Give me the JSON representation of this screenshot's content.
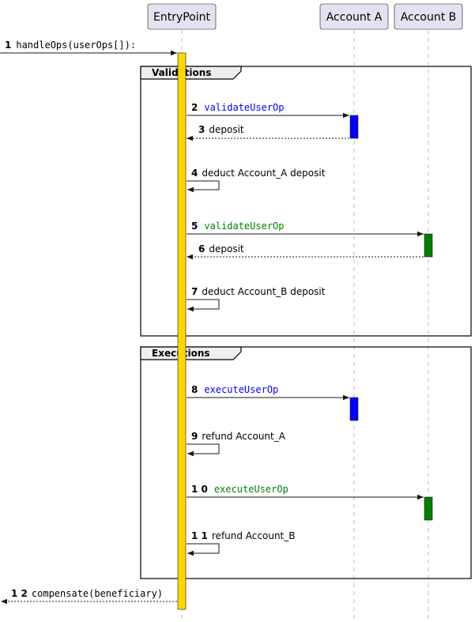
{
  "participants": {
    "entrypoint": "EntryPoint",
    "account_a": "Account A",
    "account_b": "Account B"
  },
  "frames": {
    "validations": "Validations",
    "executions": "Executions"
  },
  "messages": [
    {
      "num": "1",
      "text": "handleOps(userOps[]):",
      "color": "#000000"
    },
    {
      "num": "2",
      "text": "validateUserOp",
      "color": "#0000ff"
    },
    {
      "num": "3",
      "text": "deposit",
      "color": "#000000"
    },
    {
      "num": "4",
      "text": "deduct Account_A deposit",
      "color": "#000000"
    },
    {
      "num": "5",
      "text": "validateUserOp",
      "color": "#008000"
    },
    {
      "num": "6",
      "text": "deposit",
      "color": "#000000"
    },
    {
      "num": "7",
      "text": "deduct Account_B deposit",
      "color": "#000000"
    },
    {
      "num": "8",
      "text": "executeUserOp",
      "color": "#0000ff"
    },
    {
      "num": "9",
      "text": "refund Account_A",
      "color": "#000000"
    },
    {
      "num": "1 0",
      "text": "executeUserOp",
      "color": "#008000"
    },
    {
      "num": "1 1",
      "text": "refund Account_B",
      "color": "#000000"
    },
    {
      "num": "1 2",
      "text": "compensate(beneficiary)",
      "color": "#000000"
    }
  ],
  "colors": {
    "participant_fill": "#e2e2f0",
    "participant_border": "#181818",
    "entrypoint_activation": "#ffd700",
    "account_a_activation": "#0000ff",
    "account_b_activation": "#008000",
    "frame_tab": "#eeeeee",
    "lifeline": "#bbbbbb"
  }
}
